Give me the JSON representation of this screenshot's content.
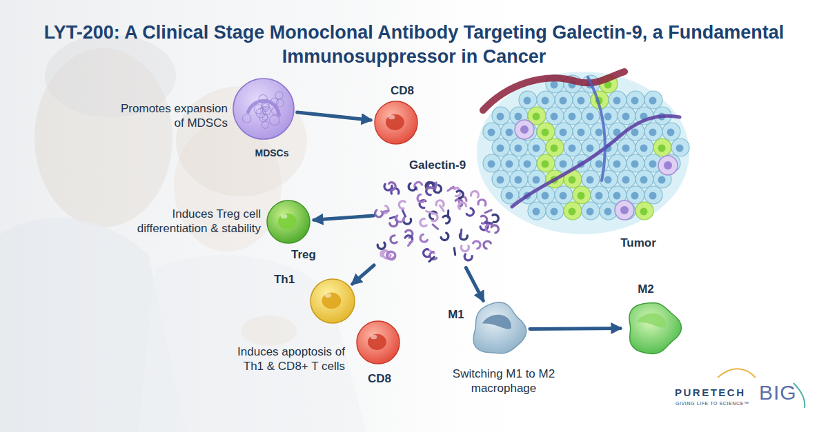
{
  "diagram": {
    "title": "LYT-200: A Clinical Stage Monoclonal Antibody Targeting Galectin-9, a Fundamental Immunosuppressor in Cancer",
    "nodes": [
      {
        "text": [
          "MDSCs"
        ]
      },
      {
        "text": [
          "CD8"
        ]
      },
      {
        "text": [
          "Galectin-9"
        ]
      },
      {
        "text": [
          "Tumor"
        ]
      },
      {
        "text": [
          "Treg"
        ]
      },
      {
        "text": [
          "Th1"
        ]
      },
      {
        "text": [
          "CD8"
        ]
      },
      {
        "text": [
          "M1"
        ]
      },
      {
        "text": [
          "M2"
        ]
      }
    ],
    "edges": [
      {
        "from": 0,
        "to": 1,
        "arrow": "to"
      },
      {
        "from": 2,
        "to": 4,
        "arrow": "to"
      },
      {
        "from": 2,
        "to": 5,
        "arrow": "to"
      },
      {
        "from": 2,
        "to": 7,
        "arrow": "to"
      },
      {
        "from": 7,
        "to": 8,
        "arrow": "to"
      }
    ],
    "labels": [
      "Promotes expansion of MDSCs",
      "Induces Treg cell differentiation & stability",
      "Induces apoptosis of Th1 & CD8+ T cells",
      "Switching M1 to M2 macrophage",
      "PURETECH",
      "GIVING LIFE TO SCIENCE™",
      "BIG"
    ]
  }
}
